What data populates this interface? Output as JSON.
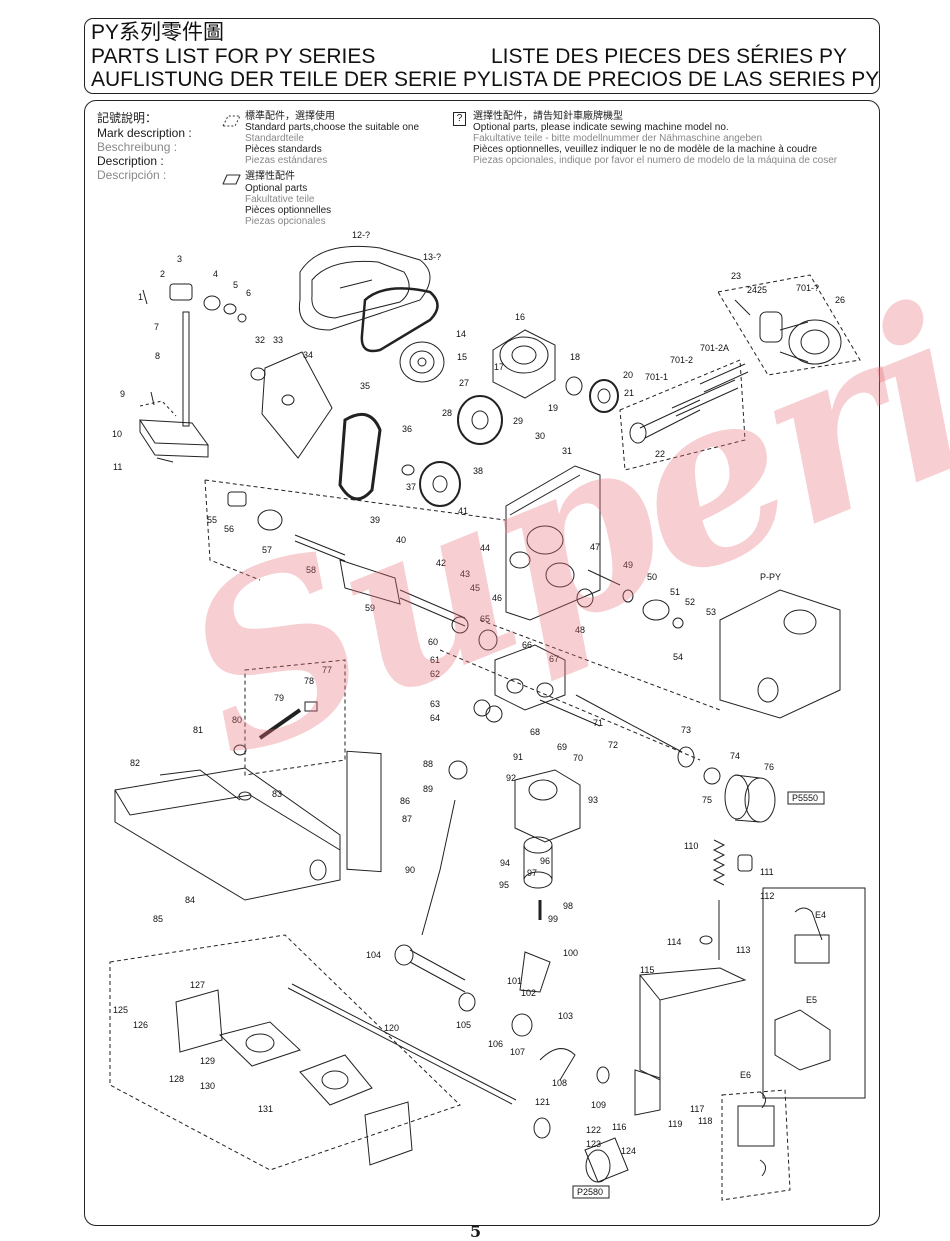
{
  "header": {
    "title_zh": "PY系列零件圖",
    "title_en": "PARTS LIST FOR PY SERIES",
    "title_de": "AUFLISTUNG DER TEILE DER SERIE PY",
    "title_fr": "LISTE DES PIECES DES SÉRIES PY",
    "title_es": "LISTA DE PRECIOS DE LAS SERIES PY"
  },
  "mark": {
    "zh": "記號說明：",
    "en": "Mark description :",
    "de": "Beschreibung :",
    "fr": "Description :",
    "es": "Descripción :"
  },
  "legend": {
    "standard": {
      "zh": "標準配件，選擇使用",
      "en": "Standard parts,choose the suitable one",
      "de": "Standardteile",
      "fr": "Pièces standards",
      "es": "Piezas estándares"
    },
    "optional": {
      "zh": "選擇性配件",
      "en": "Optional parts",
      "de": "Fakultative teile",
      "fr": "Pièces optionnelles",
      "es": "Piezas opcionales"
    },
    "model": {
      "symbol": "?",
      "zh": "選擇性配件，請告知針車廠牌機型",
      "en": "Optional parts, please indicate sewing machine model no.",
      "de": "Fakultative teile - bitte modellnummer der Nähmaschine angeben",
      "fr": "Pièces optionnelles, veuillez indiquer le no de modèle de la machine à coudre",
      "es": "Piezas opcionales, indique por favor el numero de modelo de la máquina de coser"
    }
  },
  "part_labels": [
    {
      "id": "l1",
      "text": "1"
    },
    {
      "id": "l2",
      "text": "2"
    },
    {
      "id": "l3",
      "text": "3"
    },
    {
      "id": "l4",
      "text": "4"
    },
    {
      "id": "l5",
      "text": "5"
    },
    {
      "id": "l6",
      "text": "6"
    },
    {
      "id": "l7",
      "text": "7"
    },
    {
      "id": "l8",
      "text": "8"
    },
    {
      "id": "l9",
      "text": "9"
    },
    {
      "id": "l10",
      "text": "10"
    },
    {
      "id": "l11",
      "text": "11"
    },
    {
      "id": "l12",
      "text": "12-?"
    },
    {
      "id": "l13",
      "text": "13-?"
    },
    {
      "id": "l14",
      "text": "14"
    },
    {
      "id": "l15",
      "text": "15"
    },
    {
      "id": "l16",
      "text": "16"
    },
    {
      "id": "l17",
      "text": "17"
    },
    {
      "id": "l18",
      "text": "18"
    },
    {
      "id": "l19",
      "text": "19"
    },
    {
      "id": "l20",
      "text": "20"
    },
    {
      "id": "l21",
      "text": "21"
    },
    {
      "id": "l22",
      "text": "22"
    },
    {
      "id": "l23",
      "text": "23"
    },
    {
      "id": "l24",
      "text": "2425"
    },
    {
      "id": "l26",
      "text": "26"
    },
    {
      "id": "l701a",
      "text": "701-?"
    },
    {
      "id": "l701b",
      "text": "701-2A"
    },
    {
      "id": "l701c",
      "text": "701-2"
    },
    {
      "id": "l701d",
      "text": "701-1"
    },
    {
      "id": "l27",
      "text": "27"
    },
    {
      "id": "l28",
      "text": "28"
    },
    {
      "id": "l29",
      "text": "29"
    },
    {
      "id": "l30",
      "text": "30"
    },
    {
      "id": "l31",
      "text": "31"
    },
    {
      "id": "l32",
      "text": "32"
    },
    {
      "id": "l33",
      "text": "33"
    },
    {
      "id": "l34",
      "text": "34"
    },
    {
      "id": "l35",
      "text": "35"
    },
    {
      "id": "l36",
      "text": "36"
    },
    {
      "id": "l37",
      "text": "37"
    },
    {
      "id": "l38",
      "text": "38"
    },
    {
      "id": "l39",
      "text": "39"
    },
    {
      "id": "l40",
      "text": "40"
    },
    {
      "id": "l41",
      "text": "41"
    },
    {
      "id": "l42",
      "text": "42"
    },
    {
      "id": "l43",
      "text": "43"
    },
    {
      "id": "l44",
      "text": "44"
    },
    {
      "id": "l45",
      "text": "45"
    },
    {
      "id": "l46",
      "text": "46"
    },
    {
      "id": "l47",
      "text": "47"
    },
    {
      "id": "l48",
      "text": "48"
    },
    {
      "id": "l49",
      "text": "49"
    },
    {
      "id": "l50",
      "text": "50"
    },
    {
      "id": "l51",
      "text": "51"
    },
    {
      "id": "l52",
      "text": "52"
    },
    {
      "id": "l53",
      "text": "53"
    },
    {
      "id": "l54",
      "text": "54"
    },
    {
      "id": "l55",
      "text": "55"
    },
    {
      "id": "l56",
      "text": "56"
    },
    {
      "id": "l57",
      "text": "57"
    },
    {
      "id": "l58",
      "text": "58"
    },
    {
      "id": "l59",
      "text": "59"
    },
    {
      "id": "l60",
      "text": "60"
    },
    {
      "id": "l61",
      "text": "61"
    },
    {
      "id": "l62",
      "text": "62"
    },
    {
      "id": "l63",
      "text": "63"
    },
    {
      "id": "l64",
      "text": "64"
    },
    {
      "id": "l65",
      "text": "65"
    },
    {
      "id": "l66",
      "text": "66"
    },
    {
      "id": "l67",
      "text": "67"
    },
    {
      "id": "l68",
      "text": "68"
    },
    {
      "id": "l69",
      "text": "69"
    },
    {
      "id": "l70",
      "text": "70"
    },
    {
      "id": "l71",
      "text": "71"
    },
    {
      "id": "l72",
      "text": "72"
    },
    {
      "id": "l73",
      "text": "73"
    },
    {
      "id": "l74",
      "text": "74"
    },
    {
      "id": "l75",
      "text": "75"
    },
    {
      "id": "l76",
      "text": "76"
    },
    {
      "id": "l77",
      "text": "77"
    },
    {
      "id": "l78",
      "text": "78"
    },
    {
      "id": "l79",
      "text": "79"
    },
    {
      "id": "l80",
      "text": "80"
    },
    {
      "id": "l81",
      "text": "81"
    },
    {
      "id": "l82",
      "text": "82"
    },
    {
      "id": "l83",
      "text": "83"
    },
    {
      "id": "l84",
      "text": "84"
    },
    {
      "id": "l85",
      "text": "85"
    },
    {
      "id": "l86",
      "text": "86"
    },
    {
      "id": "l87",
      "text": "87"
    },
    {
      "id": "l88",
      "text": "88"
    },
    {
      "id": "l89",
      "text": "89"
    },
    {
      "id": "l90",
      "text": "90"
    },
    {
      "id": "l91",
      "text": "91"
    },
    {
      "id": "l92",
      "text": "92"
    },
    {
      "id": "l93",
      "text": "93"
    },
    {
      "id": "l94",
      "text": "94"
    },
    {
      "id": "l95",
      "text": "95"
    },
    {
      "id": "l96",
      "text": "96"
    },
    {
      "id": "l97",
      "text": "97"
    },
    {
      "id": "l98",
      "text": "98"
    },
    {
      "id": "l99",
      "text": "99"
    },
    {
      "id": "l100",
      "text": "100"
    },
    {
      "id": "l101",
      "text": "101"
    },
    {
      "id": "l102",
      "text": "102"
    },
    {
      "id": "l103",
      "text": "103"
    },
    {
      "id": "l104",
      "text": "104"
    },
    {
      "id": "l105",
      "text": "105"
    },
    {
      "id": "l106",
      "text": "106"
    },
    {
      "id": "l107",
      "text": "107"
    },
    {
      "id": "l108",
      "text": "108"
    },
    {
      "id": "l109",
      "text": "109"
    },
    {
      "id": "l110",
      "text": "110"
    },
    {
      "id": "l111",
      "text": "111"
    },
    {
      "id": "l112",
      "text": "112"
    },
    {
      "id": "l113",
      "text": "113"
    },
    {
      "id": "l114",
      "text": "114"
    },
    {
      "id": "l115",
      "text": "115"
    },
    {
      "id": "l116",
      "text": "116"
    },
    {
      "id": "l117",
      "text": "117"
    },
    {
      "id": "l118",
      "text": "118"
    },
    {
      "id": "l119",
      "text": "119"
    },
    {
      "id": "l120",
      "text": "120"
    },
    {
      "id": "l121",
      "text": "121"
    },
    {
      "id": "l122",
      "text": "122"
    },
    {
      "id": "l123",
      "text": "123"
    },
    {
      "id": "l124",
      "text": "124"
    },
    {
      "id": "l125",
      "text": "125"
    },
    {
      "id": "l126",
      "text": "126"
    },
    {
      "id": "l127",
      "text": "127"
    },
    {
      "id": "l128",
      "text": "128"
    },
    {
      "id": "l129",
      "text": "129"
    },
    {
      "id": "l130",
      "text": "130"
    },
    {
      "id": "l131",
      "text": "131"
    },
    {
      "id": "lpy",
      "text": "P-PY"
    },
    {
      "id": "le4",
      "text": "E4"
    },
    {
      "id": "le5",
      "text": "E5"
    },
    {
      "id": "le6",
      "text": "E6"
    }
  ],
  "boxed_labels": {
    "p5550": "P5550",
    "p2580": "P2580"
  },
  "watermark": "Superior",
  "page_number": "5",
  "colors": {
    "watermark": "#e96e78",
    "line": "#222222"
  }
}
